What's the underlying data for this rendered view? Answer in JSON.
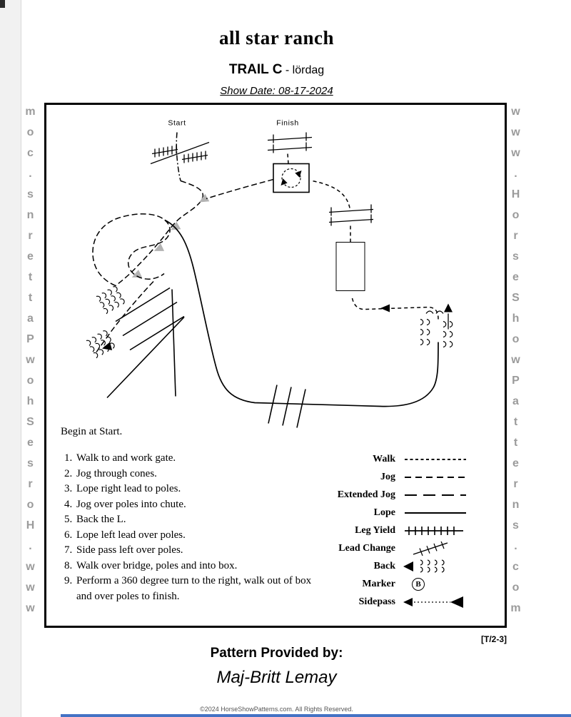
{
  "page": {
    "title": "all star ranch",
    "subtitle": "TRAIL C",
    "subtitle_suffix": "- lördag",
    "show_date": "Show Date: 08-17-2024",
    "watermark": "www.HorseShowPatterns.com",
    "pattern_code": "[T/2-3]",
    "provided_by_label": "Pattern Provided by:",
    "provided_by_name": "Maj-Britt Lemay",
    "copyright": "©2024 HorseShowPatterns.com. All Rights Reserved."
  },
  "colors": {
    "accent_bar": "#4472c4",
    "watermark_gray": "#9b9b9b",
    "cone_gray": "#b3b3b3",
    "bridge_gray": "#a9a9a9"
  },
  "diagram": {
    "start_label": "Start",
    "finish_label": "Finish"
  },
  "instructions": {
    "intro": "Begin at Start.",
    "items": [
      "Walk to and work gate.",
      "Jog through cones.",
      "Lope right lead to poles.",
      "Jog over poles into chute.",
      "Back the L.",
      "Lope left lead over poles.",
      "Side pass left over poles.",
      "Walk over bridge, poles and into box.",
      "Perform a 360 degree turn to the right, walk out of box and over poles to finish."
    ]
  },
  "legend": {
    "items": [
      {
        "label": "Walk",
        "symbol": "dotted-line"
      },
      {
        "label": "Jog",
        "symbol": "dashed-line"
      },
      {
        "label": "Extended Jog",
        "symbol": "long-dashed-line"
      },
      {
        "label": "Lope",
        "symbol": "solid-line"
      },
      {
        "label": "Leg Yield",
        "symbol": "tick-line"
      },
      {
        "label": "Lead Change",
        "symbol": "hatched-diagonal"
      },
      {
        "label": "Back",
        "symbol": "arrow-with-curls"
      },
      {
        "label": "Marker",
        "symbol": "lettered-circle"
      },
      {
        "label": "Sidepass",
        "symbol": "double-arrow-dotted"
      }
    ],
    "marker_letter": "B"
  }
}
